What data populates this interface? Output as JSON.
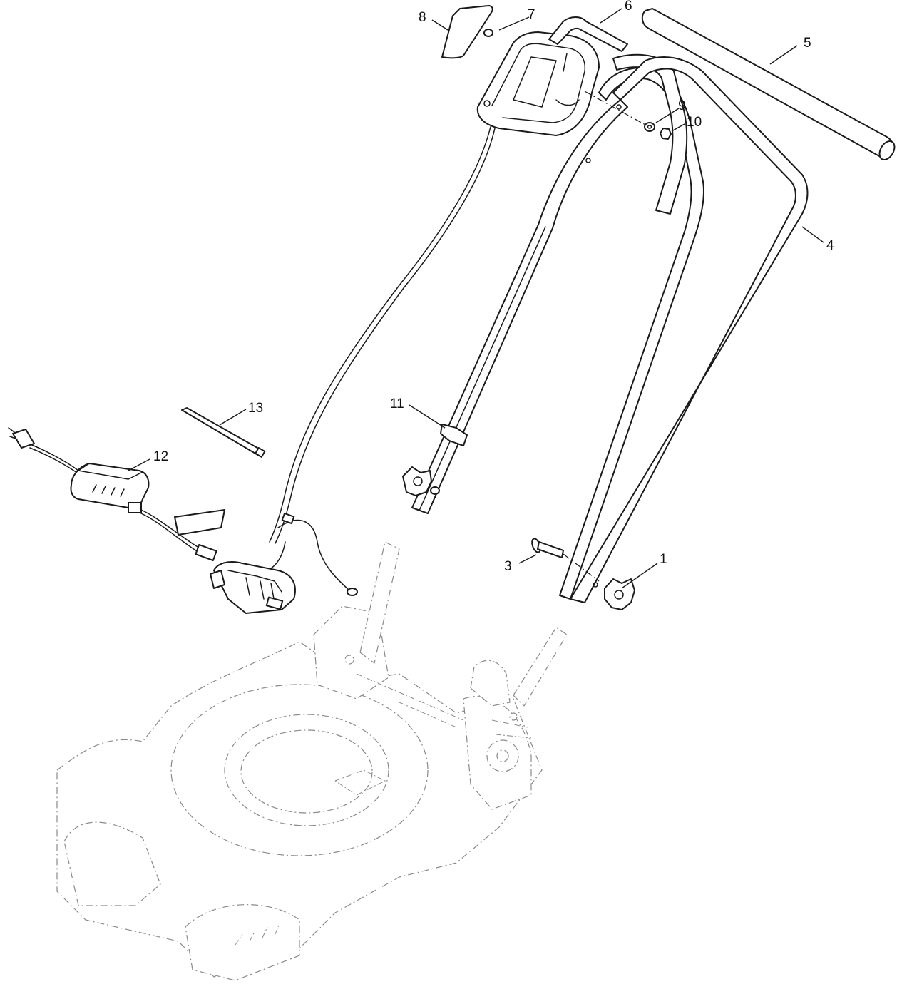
{
  "callouts": [
    {
      "id": "c1",
      "label": "1"
    },
    {
      "id": "c3",
      "label": "3"
    },
    {
      "id": "c4",
      "label": "4"
    },
    {
      "id": "c5",
      "label": "5"
    },
    {
      "id": "c6",
      "label": "6"
    },
    {
      "id": "c7",
      "label": "7"
    },
    {
      "id": "c8",
      "label": "8"
    },
    {
      "id": "c9",
      "label": "9"
    },
    {
      "id": "c10",
      "label": "10"
    },
    {
      "id": "c11",
      "label": "11"
    },
    {
      "id": "c12",
      "label": "12"
    },
    {
      "id": "c13",
      "label": "13"
    }
  ],
  "colors": {
    "line": "#1a1a1a",
    "phantom": "#8a8a8a",
    "background": "#ffffff"
  }
}
